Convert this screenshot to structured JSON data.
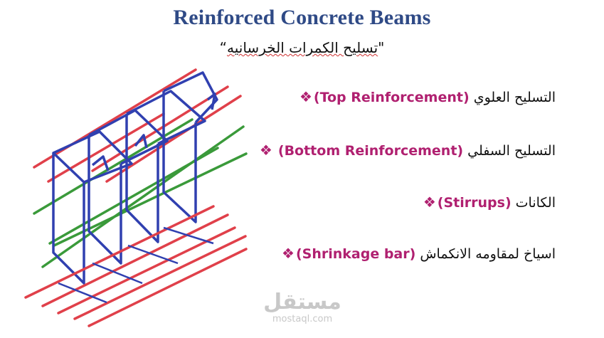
{
  "title": "Reinforced Concrete Beams",
  "subtitle_quote_open": "\"",
  "subtitle_arabic": "تسليح الكمرات الخرسانيه",
  "subtitle_quote_close": "“",
  "items": [
    {
      "ar": "التسليح العلوي",
      "en": "(Top Reinforcement)",
      "color": "#e0404a"
    },
    {
      "ar": "التسليح السفلي",
      "en": "(Bottom Reinforcement)",
      "color": "#e0404a"
    },
    {
      "ar": "الكانات",
      "en": "(Stirrups)",
      "color": "#3040b0"
    },
    {
      "ar": "اسياخ لمقاومه الانكماش",
      "en": "(Shrinkage bar)",
      "color": "#3a9a3a"
    }
  ],
  "bullet_symbol": "❖",
  "watermark": {
    "arabic": "مستقل",
    "latin": "mostaql.com"
  },
  "colors": {
    "title": "#2f4a86",
    "accent": "#b02070",
    "bar_red": "#e0404a",
    "bar_green": "#3a9a3a",
    "stirrup_blue": "#3040b0"
  }
}
